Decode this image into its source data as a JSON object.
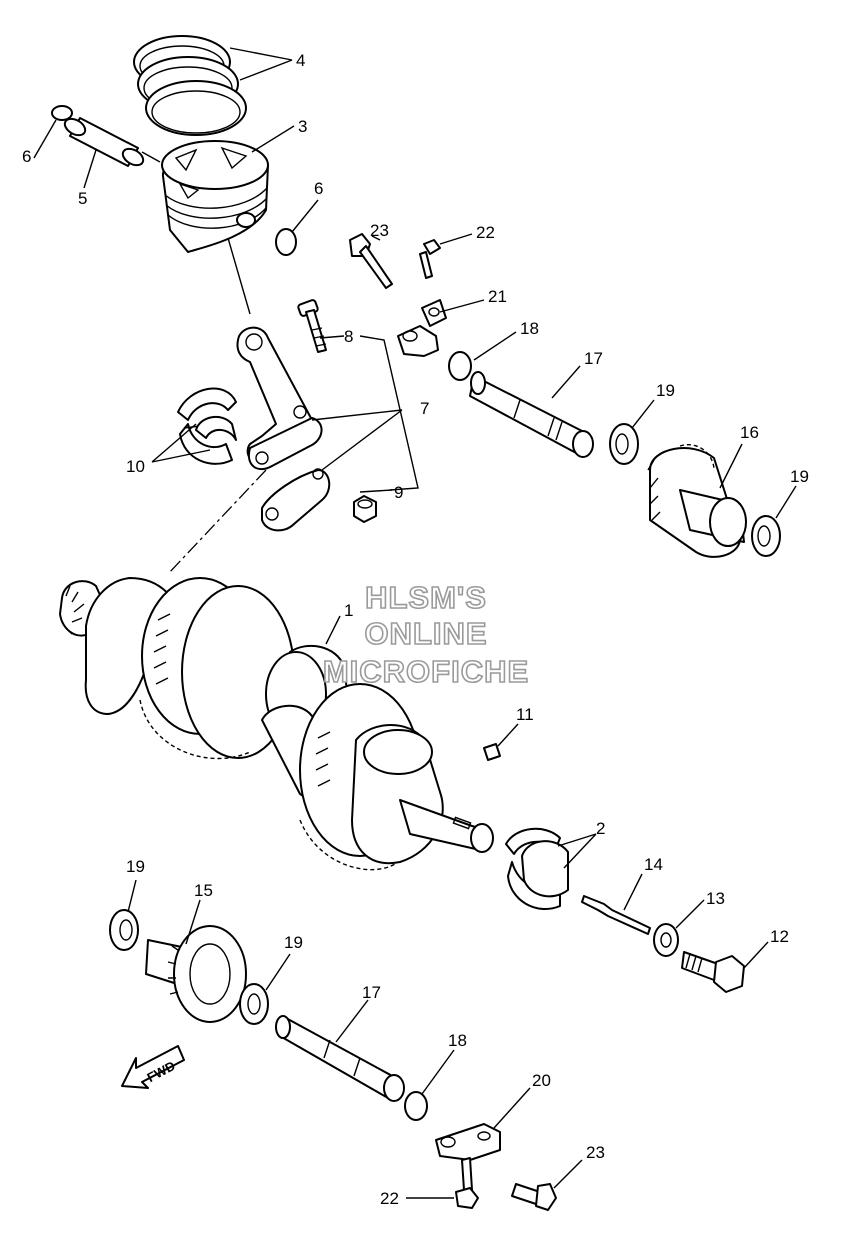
{
  "watermark": {
    "line1": "HLSM'S",
    "line2": "ONLINE",
    "line3": "MICROFICHE"
  },
  "fwd_label": "FWD",
  "callouts": {
    "c1": "1",
    "c2": "2",
    "c3": "3",
    "c4": "4",
    "c5": "5",
    "c6a": "6",
    "c6b": "6",
    "c7": "7",
    "c8": "8",
    "c9": "9",
    "c10": "10",
    "c11": "11",
    "c12": "12",
    "c13": "13",
    "c14": "14",
    "c15": "15",
    "c16": "16",
    "c17a": "17",
    "c17b": "17",
    "c18a": "18",
    "c18b": "18",
    "c19a": "19",
    "c19b": "19",
    "c19c": "19",
    "c19d": "19",
    "c20": "20",
    "c21": "21",
    "c22a": "22",
    "c22b": "22",
    "c23a": "23",
    "c23b": "23"
  }
}
